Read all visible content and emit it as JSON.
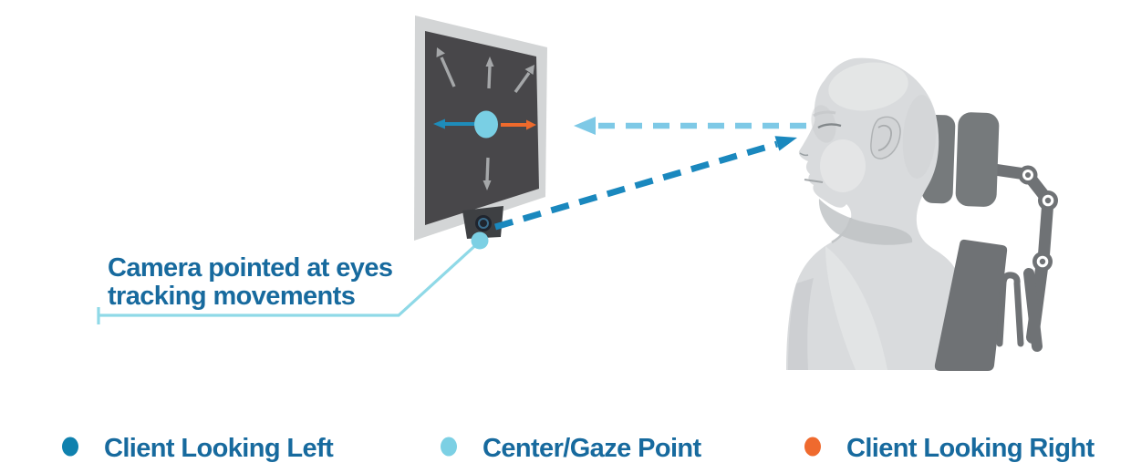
{
  "callout": {
    "line1": "Camera pointed at eyes",
    "line2": "tracking movements",
    "text_color": "#176a9e",
    "pointer_color": "#8fd9e7"
  },
  "screen": {
    "directions_shown": [
      "up-left",
      "up",
      "up-right",
      "left",
      "right",
      "down"
    ],
    "gaze_left_color": "#1e8cba",
    "gaze_right_color": "#ee6a2c",
    "neutral_arrow_color": "#a5a7a9",
    "gaze_point_color": "#79cfe4",
    "screen_color": "#48474a",
    "frame_color": "#d3d5d6"
  },
  "gaze_arrows": {
    "eyes_to_screen_color": "#7ec9e6",
    "camera_to_eyes_color": "#1a88be"
  },
  "legend": {
    "text_color": "#176a9e",
    "items": [
      {
        "label": "Client Looking Left",
        "color": "#0f81ae"
      },
      {
        "label": "Center/Gaze Point",
        "color": "#7cd0e4"
      },
      {
        "label": "Client Looking Right",
        "color": "#ef6a2e"
      }
    ]
  }
}
